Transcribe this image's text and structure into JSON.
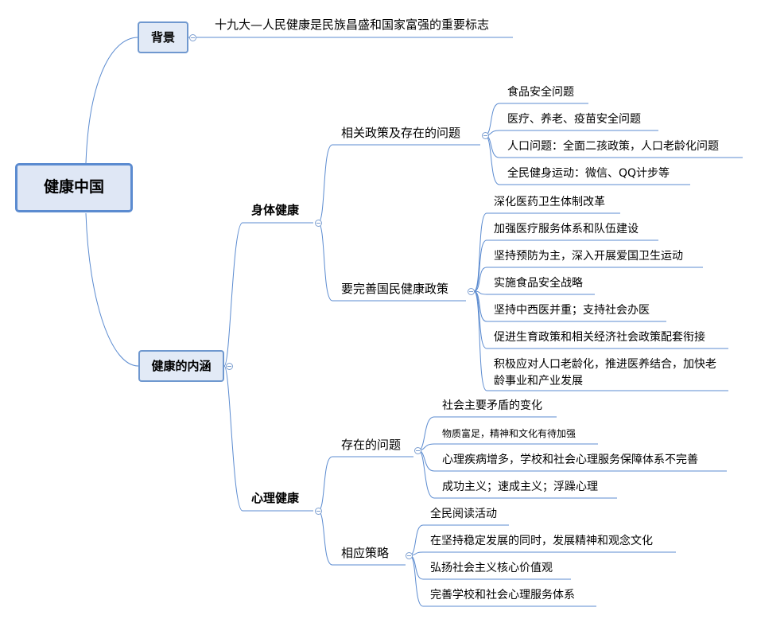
{
  "root": {
    "label": "健康中国"
  },
  "background": {
    "label": "背景",
    "item": "十九大—人民健康是民族昌盛和国家富强的重要标志"
  },
  "connotation": {
    "label": "健康的内涵",
    "physical": {
      "label": "身体健康",
      "policies_problems": {
        "label": "相关政策及存在的问题",
        "items": [
          "食品安全问题",
          "医疗、养老、疫苗安全问题",
          "人口问题：全面二孩政策，人口老龄化问题",
          "全民健身运动：微信、QQ计步等"
        ]
      },
      "improve_policy": {
        "label": "要完善国民健康政策",
        "items": [
          "深化医药卫生体制改革",
          "加强医疗服务体系和队伍建设",
          "坚持预防为主，深入开展爱国卫生运动",
          "实施食品安全战略",
          "坚持中西医并重；支持社会办医",
          "促进生育政策和相关经济社会政策配套衔接",
          "积极应对人口老龄化，推进医养结合，加快老龄事业和产业发展"
        ]
      }
    },
    "mental": {
      "label": "心理健康",
      "problems": {
        "label": "存在的问题",
        "items": [
          "社会主要矛盾的变化",
          "物质富足，精神和文化有待加强",
          "心理疾病增多，学校和社会心理服务保障体系不完善",
          "成功主义；速成主义；浮躁心理"
        ]
      },
      "strategies": {
        "label": "相应策略",
        "items": [
          "全民阅读活动",
          "在坚持稳定发展的同时，发展精神和观念文化",
          "弘扬社会主义核心价值观",
          "完善学校和社会心理服务体系"
        ]
      }
    }
  },
  "colors": {
    "line": "#5b8bd0",
    "box_fill": "#e2eaf6",
    "box_border": "#6f98cf"
  }
}
